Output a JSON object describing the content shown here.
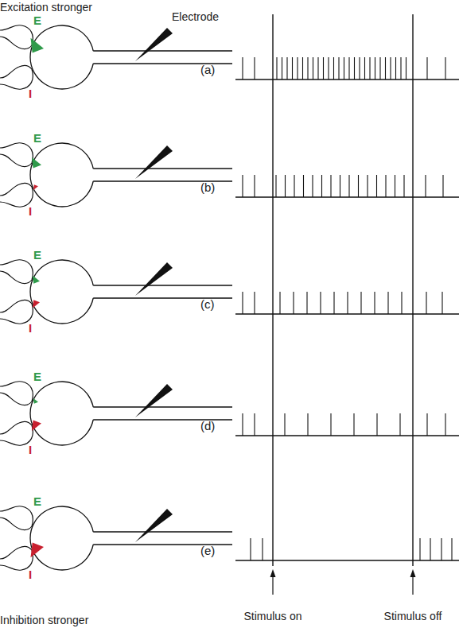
{
  "diagram": {
    "labels": [
      "Excitation stronger",
      "E",
      "I",
      "Electrode",
      "(a)",
      "E",
      "I",
      "(b)",
      "E",
      "I",
      "(c)",
      "E",
      "I",
      "(d)",
      "E",
      "I",
      "(e)",
      "Inhibition stronger",
      "Stimulus on",
      "Stimulus off"
    ]
  }
}
